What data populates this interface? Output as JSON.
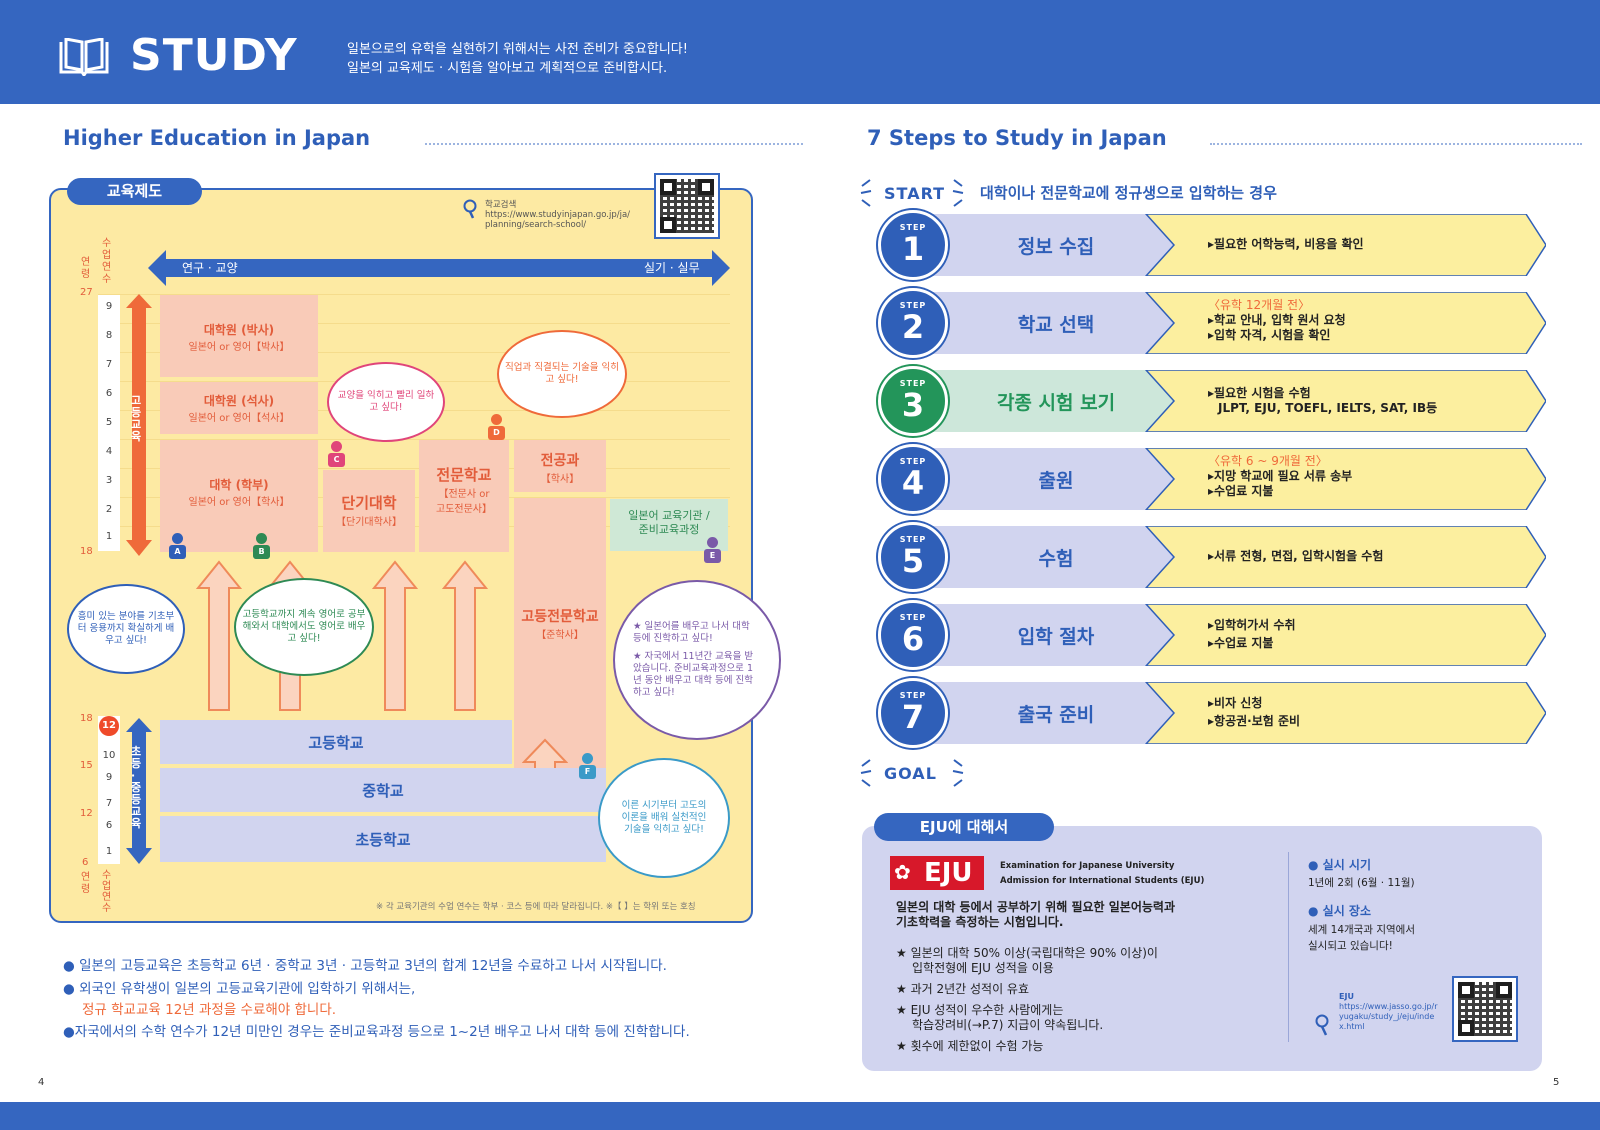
{
  "header": {
    "title": "STUDY",
    "desc_line1": "일본으로의 유학을 실현하기 위해서는 사전 준비가 중요합니다!",
    "desc_line2": "일본의 교육제도 · 시험을 알아보고 계획적으로 준비합시다."
  },
  "left": {
    "section_title": "Higher Education in Japan",
    "tab": "교육제도",
    "search_label": "학교검색",
    "search_url": "https://www.studyinjapan.go.jp/ja/planning/search-school/",
    "arrow_left": "연구 · 교양",
    "arrow_right": "실기 · 실무",
    "age_label": "연령",
    "years_label": "수업연수",
    "age_top": "27",
    "age_18a": "18",
    "age_18b": "18",
    "age_15": "15",
    "age_12": "12",
    "age_6": "6",
    "age_bottom_label": "연령",
    "years_bottom_label": "수업연수",
    "higher_nums": [
      "9",
      "8",
      "7",
      "6",
      "5",
      "4",
      "3",
      "2",
      "1"
    ],
    "lower_nums": [
      "12",
      "10",
      "9",
      "7",
      "6",
      "1"
    ],
    "higher_edu": "고등교육",
    "compulsory_edu": "초등·중등교육",
    "doctor_title": "대학원 (박사)",
    "doctor_sub": "일본어 or 영어【박사】",
    "master_title": "대학원 (석사)",
    "master_sub": "일본어 or 영어【석사】",
    "univ_title": "대학 (학부)",
    "univ_sub": "일본어 or 영어【학사】",
    "junior_title": "단기대학",
    "junior_sub": "【단기대학사】",
    "vocational_title": "전문학교",
    "vocational_sub1": "【전문사 or",
    "vocational_sub2": "고도전문사】",
    "advanced_title": "전공과",
    "advanced_sub": "【학사】",
    "kosen_title": "고등전문학교",
    "kosen_sub": "【준학사】",
    "prep_title": "일본어 교육기관 /",
    "prep_title2": "준비교육과정",
    "high_school": "고등학교",
    "middle_school": "중학교",
    "elementary": "초등학교",
    "bubble_a": "흥미 있는 분야를 기초부터 응용까지 확실하게 배우고 싶다!",
    "bubble_b": "고등학교까지 계속 영어로 공부해와서 대학에서도 영어로 배우고 싶다!",
    "bubble_c": "교양을 익히고 빨리 일하고 싶다!",
    "bubble_d": "직업과 직결되는 기술을 익히고 싶다!",
    "bubble_e1": "★ 일본어를 배우고 나서 대학 등에 진학하고 싶다!",
    "bubble_e2": "★ 자국에서 11년간 교육을 받았습니다. 준비교육과정으로 1년 동안 배우고 대학 등에 진학하고 싶다!",
    "bubble_f": "이른 시기부터 고도의 이론을 배워 실천적인 기술을 익히고 싶다!",
    "pins": [
      "A",
      "B",
      "C",
      "D",
      "E",
      "F"
    ],
    "footnote": "※ 각 교육기관의 수업 연수는 학부 · 코스 등에 따라 달라집니다.    ※【  】는 학위 또는 호칭",
    "bullet1": "● 일본의 고등교육은 초등학교 6년 · 중학교 3년 · 고등학교 3년의 합계 12년을 수료하고 나서 시작됩니다.",
    "bullet2": "● 외국인 유학생이 일본의 고등교육기관에 입학하기 위해서는,",
    "bullet2b": "정규 학교교육 12년 과정을 수료해야 합니다.",
    "bullet3": "●자국에서의 수학 연수가 12년 미만인 경우는 준비교육과정 등으로 1~2년 배우고 나서 대학 등에 진학합니다.",
    "page_num": "4"
  },
  "right": {
    "section_title": "7 Steps to Study in Japan",
    "start": "START",
    "start_desc": "대학이나 전문학교에 정규생으로 입학하는 경우",
    "goal": "GOAL",
    "step_word": "STEP",
    "steps": [
      {
        "num": "1",
        "title": "정보 수집",
        "lines": [
          "▸필요한 어학능력, 비용을 확인"
        ]
      },
      {
        "num": "2",
        "title": "학교 선택",
        "note": "〈유학 12개월 전〉",
        "lines": [
          "▸학교 안내, 입학 원서 요청",
          "▸입학 자격, 시험을 확인"
        ]
      },
      {
        "num": "3",
        "title": "각종 시험 보기",
        "lines": [
          "▸필요한 시험을 수험",
          "JLPT, EJU, TOEFL, IELTS, SAT, IB등"
        ]
      },
      {
        "num": "4",
        "title": "출원",
        "note": "〈유학 6 ~ 9개월 전〉",
        "lines": [
          "▸지망 학교에 필요 서류 송부",
          "▸수업료 지불"
        ]
      },
      {
        "num": "5",
        "title": "수험",
        "lines": [
          "▸서류 전형, 면접, 입학시험을 수험"
        ]
      },
      {
        "num": "6",
        "title": "입학 절차",
        "lines": [
          "▸입학허가서 수취",
          "▸수업료 지불"
        ]
      },
      {
        "num": "7",
        "title": "출국 준비",
        "lines": [
          "▸비자 신청",
          "▸항공권·보험 준비"
        ]
      }
    ],
    "eju_tab": "EJU에 대해서",
    "eju_logo": "EJU",
    "eju_full1": "Examination for Japanese University",
    "eju_full2": "Admission for International Students (EJU)",
    "eju_desc1": "일본의 대학 등에서 공부하기 위해 필요한 일본어능력과",
    "eju_desc2": "기초학력을 측정하는 시험입니다.",
    "eju_points": [
      "★ 일본의 대학 50% 이상(국립대학은 90% 이상)이",
      "입학전형에 EJU 성적을 이용",
      "★ 과거 2년간 성적이 유효",
      "★ EJU 성적이 우수한 사람에게는",
      "학습장려비(→P.7) 지급이 약속됩니다.",
      "★ 횟수에 제한없이 수험 가능"
    ],
    "when_title": "● 실시 시기",
    "when_text": "1년에 2회 (6월 · 11월)",
    "where_title": "● 실시 장소",
    "where_text1": "세계 14개국과 지역에서",
    "where_text2": "실시되고 있습니다!",
    "eju_link_label": "EJU",
    "eju_link": "https://www.jasso.go.jp/ryugaku/study_j/eju/index.html",
    "page_num": "5"
  }
}
